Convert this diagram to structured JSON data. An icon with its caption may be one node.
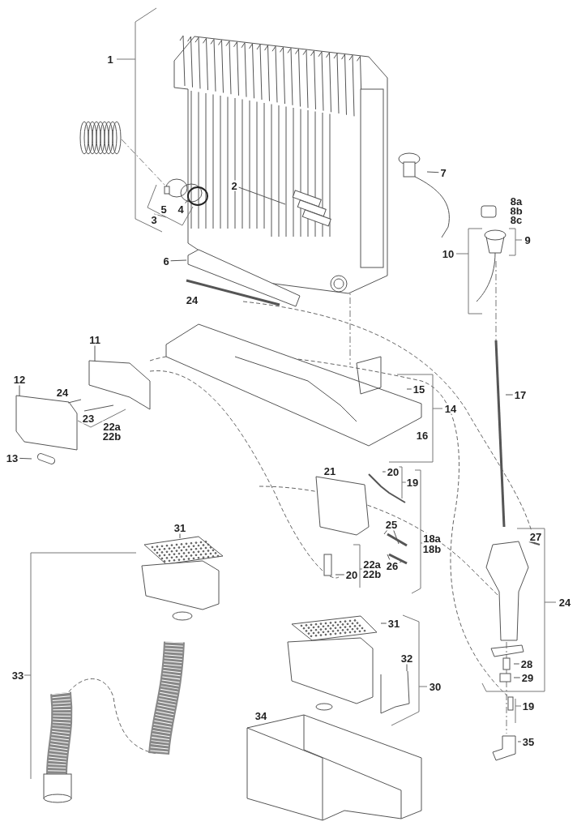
{
  "diagram": {
    "nodes": [
      {
        "text": [
          "1"
        ]
      },
      {
        "text": [
          "7"
        ]
      },
      {
        "text": [
          "2"
        ]
      },
      {
        "text": [
          "8a"
        ]
      },
      {
        "text": [
          "5"
        ]
      },
      {
        "text": [
          "4"
        ]
      },
      {
        "text": [
          "8b"
        ]
      },
      {
        "text": [
          "3"
        ]
      },
      {
        "text": [
          "8c"
        ]
      },
      {
        "text": [
          "9"
        ]
      },
      {
        "text": [
          "10"
        ]
      },
      {
        "text": [
          "6"
        ]
      },
      {
        "text": [
          "24"
        ]
      },
      {
        "text": [
          "11"
        ]
      },
      {
        "text": [
          "12"
        ]
      },
      {
        "text": [
          "15"
        ]
      },
      {
        "text": [
          "24"
        ]
      },
      {
        "text": [
          "17"
        ]
      },
      {
        "text": [
          "14"
        ]
      },
      {
        "text": [
          "23"
        ]
      },
      {
        "text": [
          "22a"
        ]
      },
      {
        "text": [
          "16"
        ]
      },
      {
        "text": [
          "22b"
        ]
      },
      {
        "text": [
          "13"
        ]
      },
      {
        "text": [
          "21"
        ]
      },
      {
        "text": [
          "20"
        ]
      },
      {
        "text": [
          "19"
        ]
      },
      {
        "text": [
          "25"
        ]
      },
      {
        "text": [
          "31"
        ]
      },
      {
        "text": [
          "27"
        ]
      },
      {
        "text": [
          "18a"
        ]
      },
      {
        "text": [
          "18b"
        ]
      },
      {
        "text": [
          "22a"
        ]
      },
      {
        "text": [
          "26"
        ]
      },
      {
        "text": [
          "22b"
        ]
      },
      {
        "text": [
          "20"
        ]
      },
      {
        "text": [
          "24"
        ]
      },
      {
        "text": [
          "31"
        ]
      },
      {
        "text": [
          "32"
        ]
      },
      {
        "text": [
          "28"
        ]
      },
      {
        "text": [
          "33"
        ]
      },
      {
        "text": [
          "29"
        ]
      },
      {
        "text": [
          "30"
        ]
      },
      {
        "text": [
          "19"
        ]
      },
      {
        "text": [
          "34"
        ]
      },
      {
        "text": [
          "35"
        ]
      }
    ],
    "edges": [
      {
        "from": 1,
        "to": null,
        "arrow": "none"
      },
      {
        "from": 2,
        "to": null,
        "arrow": "none"
      },
      {
        "from": 5,
        "to": null,
        "arrow": "none"
      },
      {
        "from": 11,
        "to": null,
        "arrow": "none"
      },
      {
        "from": 13,
        "to": null,
        "arrow": "none"
      },
      {
        "from": 14,
        "to": null,
        "arrow": "none"
      },
      {
        "from": 15,
        "to": null,
        "arrow": "none"
      },
      {
        "from": 17,
        "to": null,
        "arrow": "none"
      },
      {
        "from": 23,
        "to": null,
        "arrow": "none"
      },
      {
        "from": 25,
        "to": null,
        "arrow": "none"
      },
      {
        "from": 27,
        "to": null,
        "arrow": "none"
      },
      {
        "from": 27,
        "to": null,
        "arrow": "none"
      },
      {
        "from": 28,
        "to": null,
        "arrow": "none"
      },
      {
        "from": 33,
        "to": null,
        "arrow": "none"
      },
      {
        "from": 33,
        "to": null,
        "arrow": "none"
      },
      {
        "from": 35,
        "to": null,
        "arrow": "none"
      },
      {
        "from": 37,
        "to": null,
        "arrow": "none"
      },
      {
        "from": 38,
        "to": null,
        "arrow": "none"
      },
      {
        "from": 39,
        "to": null,
        "arrow": "none"
      },
      {
        "from": 41,
        "to": null,
        "arrow": "none"
      },
      {
        "from": 45,
        "to": null,
        "arrow": "none"
      }
    ]
  }
}
